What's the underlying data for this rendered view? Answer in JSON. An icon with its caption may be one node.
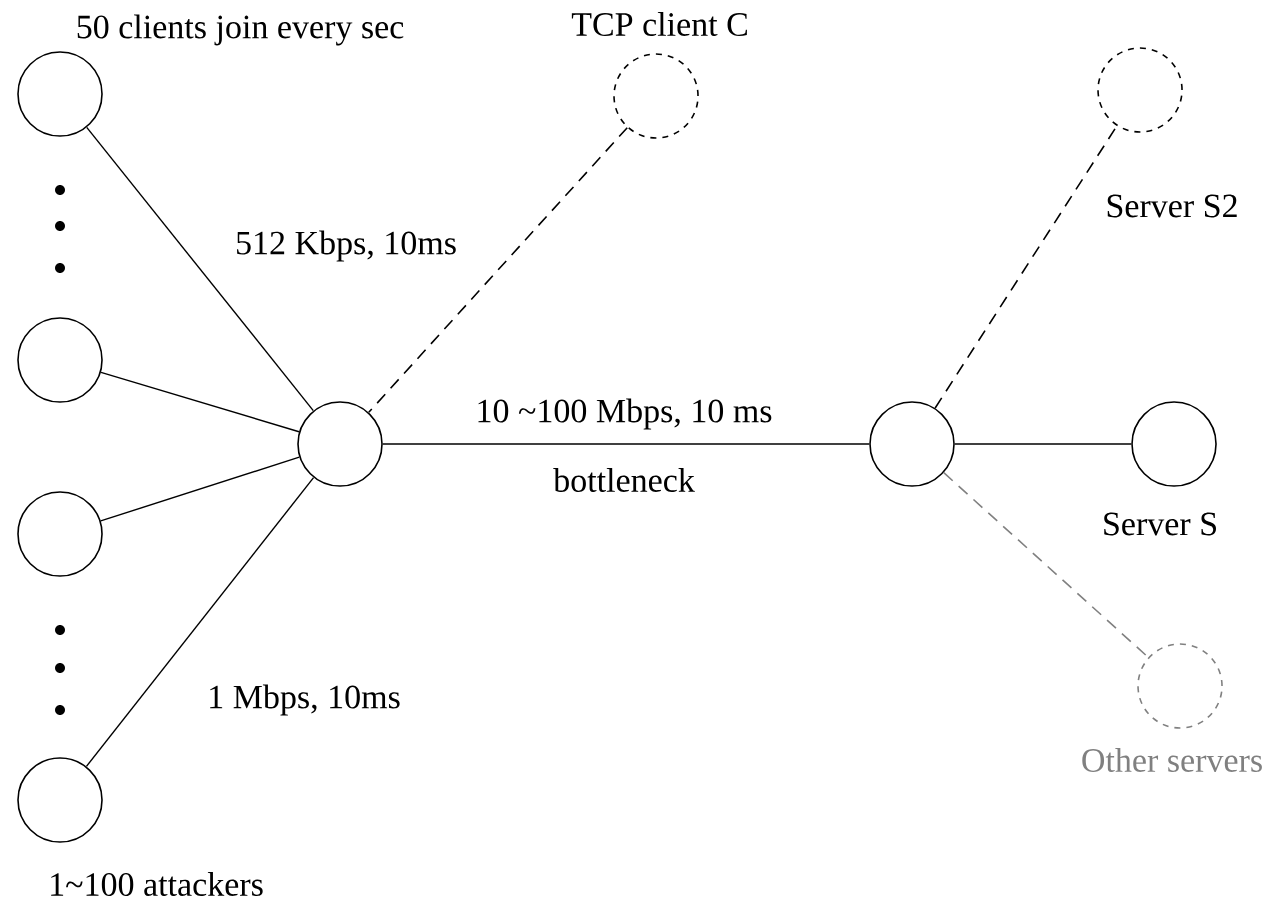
{
  "diagram": {
    "nodes": [
      {
        "text": [
          "50 clients join every sec"
        ]
      },
      {
        "text": [],
        "shape": "circle"
      },
      {
        "text": [],
        "shape": "circle"
      },
      {
        "text": [
          "1~100 attackers"
        ]
      },
      {
        "text": [
          "TCP client C"
        ]
      },
      {
        "text": [],
        "shape": "circle"
      },
      {
        "text": [],
        "shape": "circle"
      },
      {
        "text": [
          "Server S2"
        ]
      },
      {
        "text": [
          "Server S"
        ]
      },
      {
        "text": [
          "Other servers"
        ]
      }
    ],
    "edges": [
      {
        "from": 0,
        "to": 5,
        "arrow": "none",
        "label": "512 Kbps, 10ms"
      },
      {
        "from": 1,
        "to": 5,
        "arrow": "none"
      },
      {
        "from": 2,
        "to": 5,
        "arrow": "none"
      },
      {
        "from": 3,
        "to": 5,
        "arrow": "none",
        "label": "1 Mbps, 10ms"
      },
      {
        "from": 4,
        "to": 5,
        "arrow": "none",
        "style": "dashed"
      },
      {
        "from": 5,
        "to": 6,
        "arrow": "none",
        "label": "10 ~100 Mbps, 10 ms"
      },
      {
        "from": 6,
        "to": 7,
        "arrow": "none",
        "style": "dashed"
      },
      {
        "from": 6,
        "to": 8,
        "arrow": "none"
      },
      {
        "from": 6,
        "to": 9,
        "arrow": "none",
        "style": "dashed",
        "color": "#808080"
      }
    ],
    "labels": [
      "bottleneck"
    ]
  }
}
